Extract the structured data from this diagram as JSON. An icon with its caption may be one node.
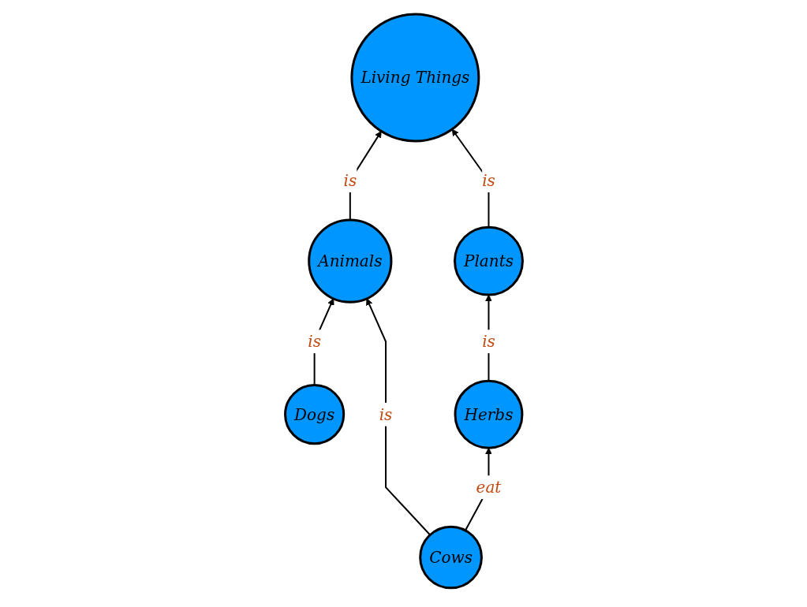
{
  "diagram": {
    "nodes": [
      {
        "text": [
          "Living Things"
        ]
      },
      {
        "text": [
          "Animals"
        ]
      },
      {
        "text": [
          "Plants"
        ]
      },
      {
        "text": [
          "Dogs"
        ]
      },
      {
        "text": [
          "Cows"
        ]
      },
      {
        "text": [
          "Herbs"
        ]
      }
    ],
    "edges": [
      {
        "from": 1,
        "to": 0,
        "arrow": "to",
        "label": "is"
      },
      {
        "from": 2,
        "to": 0,
        "arrow": "to",
        "label": "is"
      },
      {
        "from": 3,
        "to": 1,
        "arrow": "to",
        "label": "is"
      },
      {
        "from": 4,
        "to": 1,
        "arrow": "to",
        "label": "is"
      },
      {
        "from": 5,
        "to": 2,
        "arrow": "to",
        "label": "is"
      },
      {
        "from": 4,
        "to": 5,
        "arrow": "to",
        "label": "eat"
      }
    ]
  }
}
